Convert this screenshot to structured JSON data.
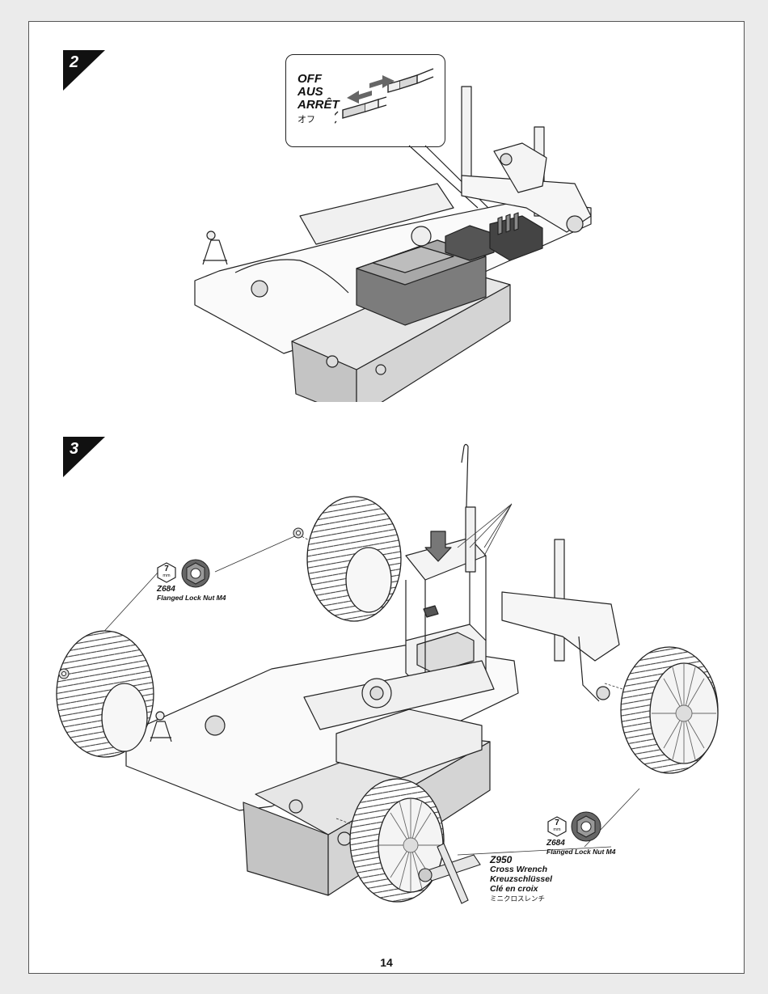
{
  "page_number": "14",
  "step2": {
    "number": "2",
    "callout_words": [
      "OFF",
      "AUS",
      "ARRÊT",
      "オフ"
    ]
  },
  "step3": {
    "number": "3",
    "nut_left": {
      "size": "7",
      "unit": "mm",
      "code": "Z684",
      "name": "Flanged Lock Nut M4"
    },
    "nut_right": {
      "size": "7",
      "unit": "mm",
      "code": "Z684",
      "name": "Flanged Lock Nut M4"
    },
    "wrench": {
      "code": "Z950",
      "names": [
        "Cross Wrench",
        "Kreuzschlüssel",
        "Clé en croix",
        "ミニクロスレンチ"
      ]
    }
  }
}
